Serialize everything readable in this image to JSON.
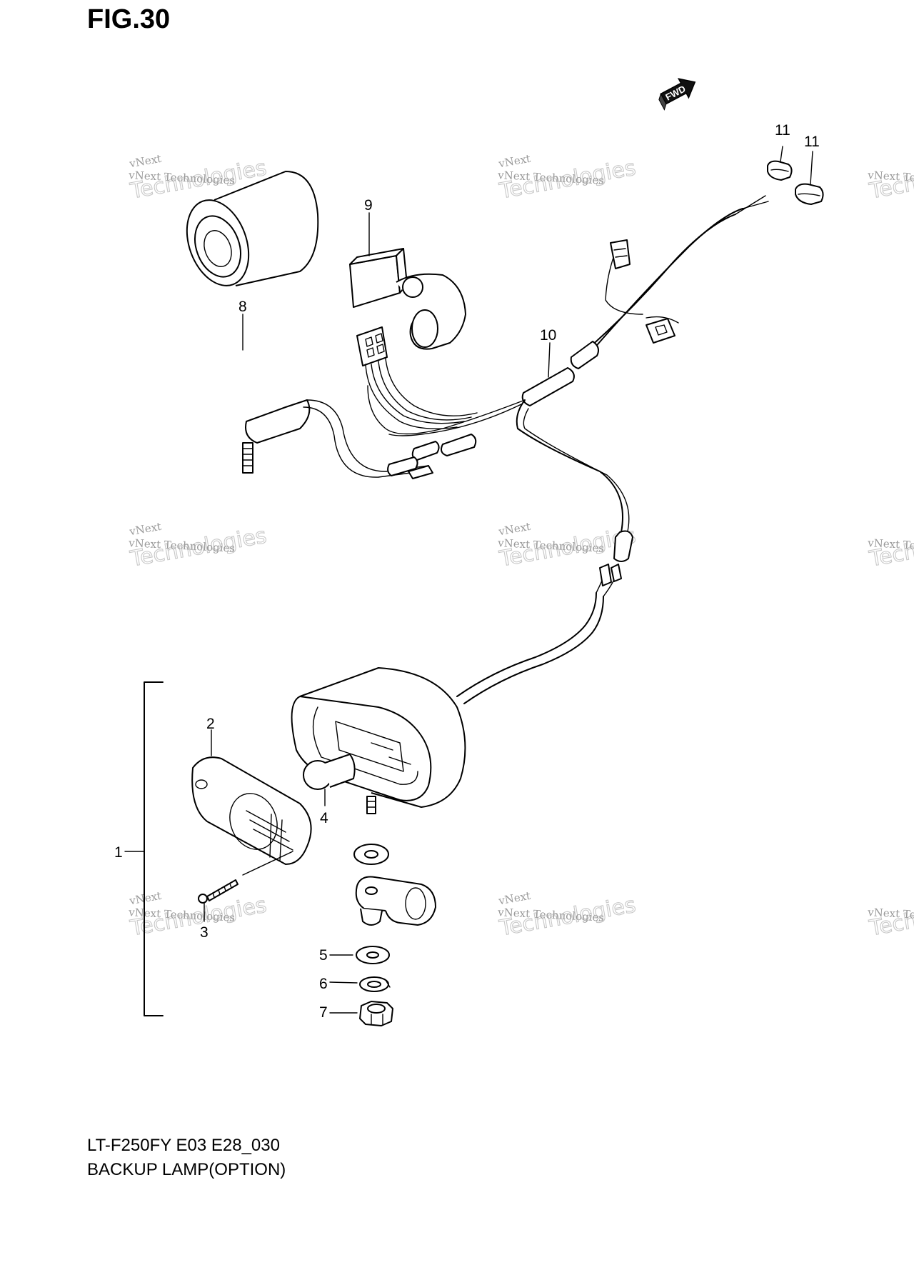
{
  "figure": {
    "title": "FIG.30"
  },
  "direction_badge": {
    "label": "FWD"
  },
  "callouts": [
    "1",
    "2",
    "3",
    "4",
    "5",
    "6",
    "7",
    "8",
    "9",
    "10",
    "11",
    "11"
  ],
  "watermark": {
    "line1": "vNext Technologies",
    "line2": "vNext",
    "line3": "Technologies"
  },
  "footer": {
    "model": "LT-F250FY E03 E28_030",
    "caption": "BACKUP LAMP(OPTION)"
  }
}
